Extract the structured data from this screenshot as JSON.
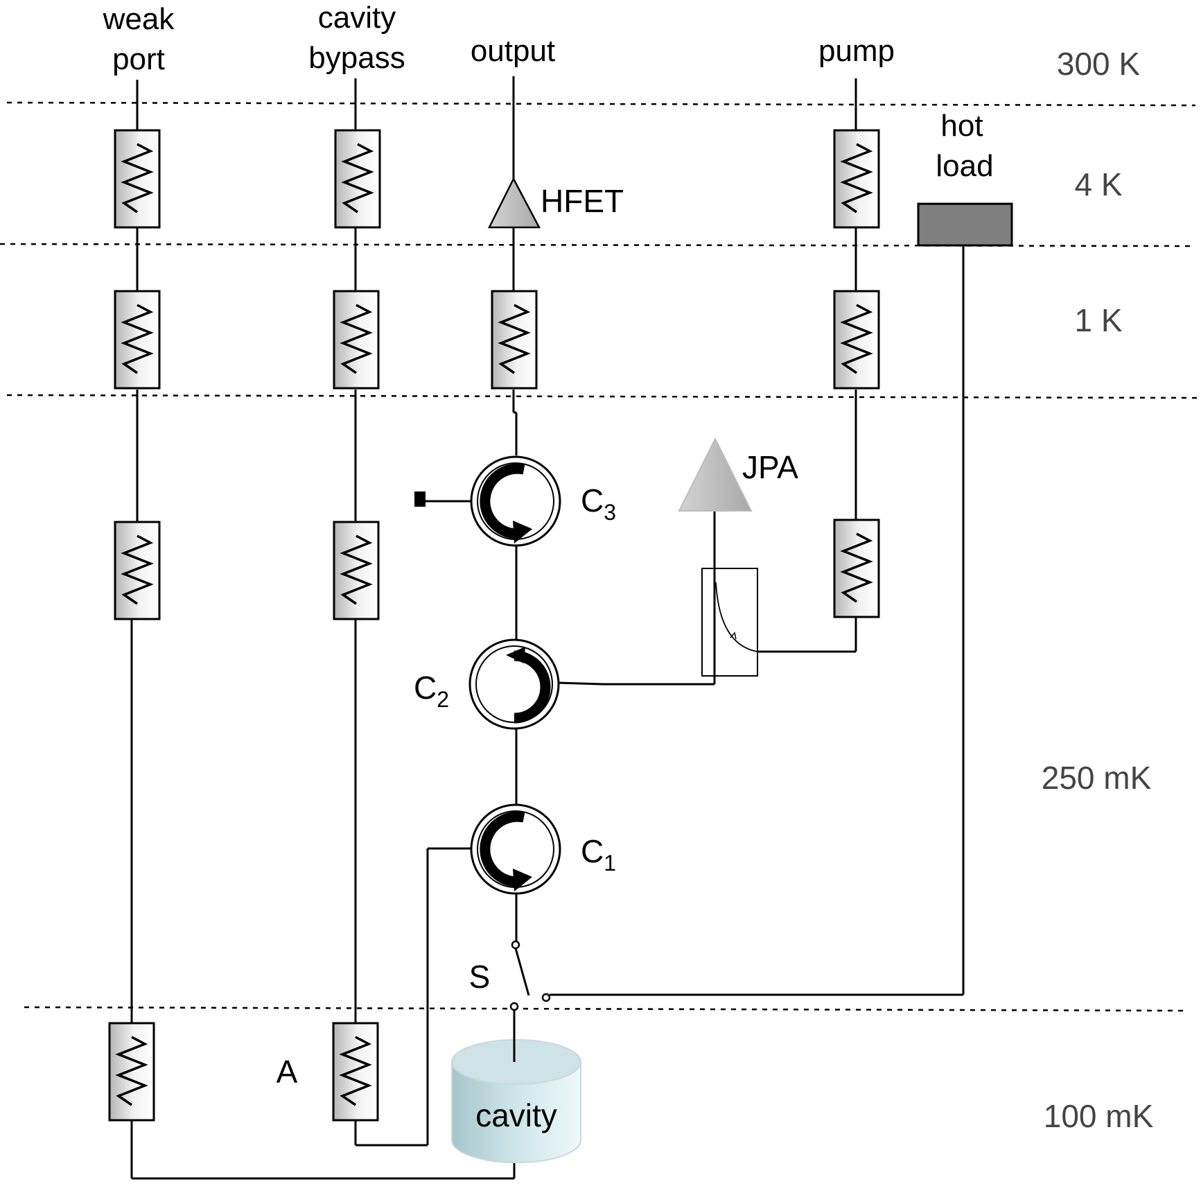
{
  "labels": {
    "weak_port_line1": "weak",
    "weak_port_line2": "port",
    "cavity_bypass_line1": "cavity",
    "cavity_bypass_line2": "bypass",
    "output": "output",
    "pump": "pump",
    "hot_load_line1": "hot",
    "hot_load_line2": "load",
    "hfet": "HFET",
    "jpa": "JPA",
    "c3": "C",
    "c3_sub": "3",
    "c2": "C",
    "c2_sub": "2",
    "c1": "C",
    "c1_sub": "1",
    "switch": "S",
    "attenuator_a": "A",
    "cavity": "cavity"
  },
  "temperatures": [
    "300 K",
    "4 K",
    "1 K",
    "250 mK",
    "100 mK"
  ],
  "colors": {
    "line": "#000000",
    "temperature_text": "#444444",
    "hot_load_fill": "#7f7f7f",
    "amplifier_fill": "#c8c8c8",
    "cavity_fill": "#b9d9df"
  }
}
